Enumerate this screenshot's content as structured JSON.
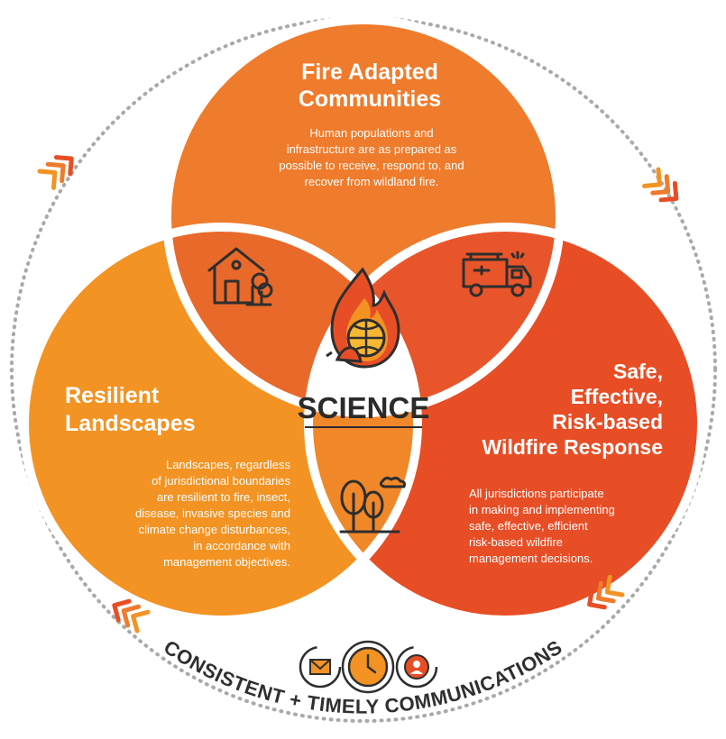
{
  "colors": {
    "dark_orange": "#E8692A",
    "mid_orange": "#EF7B2C",
    "light_orange": "#F39323",
    "red_orange": "#E74E26",
    "ring_gray": "#a9a9a9",
    "icon_dark": "#2e2e2e"
  },
  "circles": {
    "top": {
      "title_lines": [
        "Fire Adapted",
        "Communities"
      ],
      "body_lines": [
        "Human populations and",
        "infrastructure are as prepared as",
        "possible to receive, respond to, and",
        "recover from wildland fire."
      ]
    },
    "left": {
      "title_lines": [
        "Resilient",
        "Landscapes"
      ],
      "body_lines": [
        "Landscapes, regardless",
        "of jurisdictional boundaries",
        "are resilient to fire, insect,",
        "disease, invasive species and",
        "climate change disturbances,",
        "in accordance with",
        "management objectives."
      ]
    },
    "right": {
      "title_lines": [
        "Safe,",
        "Effective,",
        "Risk-based",
        "Wildfire Response"
      ],
      "body_lines": [
        "All jurisdictions participate",
        "in making and implementing",
        "safe, effective, efficient",
        "risk-based wildfire",
        "management decisions."
      ]
    }
  },
  "center": {
    "label": "SCIENCE",
    "icon": "fire-globe-icon"
  },
  "overlap_icons": {
    "top_left": "house-icon",
    "top_right": "fire-truck-icon",
    "bottom": "trees-icon"
  },
  "ring": {
    "caption": "CONSISTENT + TIMELY COMMUNICATIONS",
    "icons": [
      "mail-icon",
      "clock-icon",
      "person-icon"
    ],
    "chevron_icons": [
      "chevrons-top-left-icon",
      "chevrons-top-right-icon",
      "chevrons-bottom-left-icon",
      "chevrons-bottom-right-icon"
    ]
  }
}
